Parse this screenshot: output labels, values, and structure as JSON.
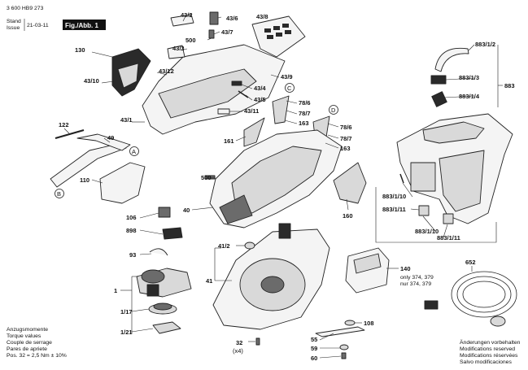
{
  "header": {
    "doc_number": "3 600 HB9 273",
    "stand_label": "Stand",
    "issue_label": "Issue",
    "issue_date": "21-03-11",
    "fig_label": "Fig./Abb. 1"
  },
  "callouts": [
    "43/2",
    "43/6",
    "43/8",
    "43/7",
    "500",
    "43/3",
    "130",
    "43/10",
    "43/12",
    "43/9",
    "43/4",
    "43/5",
    "43/11",
    "43/1",
    "78/6",
    "78/7",
    "163",
    "C",
    "D",
    "122",
    "49",
    "A",
    "B",
    "110",
    "161",
    "500",
    "40",
    "160",
    "106",
    "898",
    "93",
    "1",
    "1/17",
    "1/21",
    "41/2",
    "41",
    "140",
    "652",
    "108",
    "55",
    "59",
    "60",
    "32",
    "(x4)",
    "883/1/2",
    "883",
    "883/1/3",
    "883/1/4",
    "883/1/10",
    "883/1/11",
    "883/1/10",
    "883/1/11",
    "78/6",
    "78/7",
    "163"
  ],
  "notes": {
    "variant_140": [
      "only 374, 379",
      "nur 374, 379"
    ]
  },
  "footer_left": {
    "lines": [
      "Anzugsmomente",
      "Torque values",
      "Couple de serrage",
      "Pares de apriete",
      "Pos. 32 = 2,5 Nm ± 10%"
    ]
  },
  "footer_right": {
    "lines": [
      "Änderungen vorbehalten",
      "Modifications reserved",
      "Modifications réservées",
      "Salvo modificaciones"
    ]
  },
  "colors": {
    "line": "#222222",
    "dark_part": "#2a2a2a",
    "mid_part": "#d9d9d9",
    "light_part": "#f4f4f4"
  }
}
